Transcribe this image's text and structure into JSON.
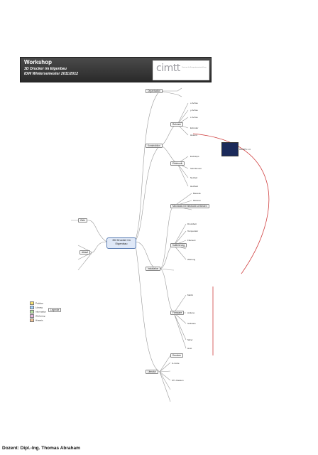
{
  "header": {
    "title": "Workshop",
    "subtitle": "3D Drucker im Eigenbau",
    "semester": "IDW Wintersemester 2011/2012",
    "logo": {
      "wordmark": "cimtt",
      "tagline": "Zentrum für Kompetenzentwicklung"
    }
  },
  "root": {
    "label_line1": "3D Drucker im",
    "label_line2": "Eigenbau"
  },
  "branches": {
    "organisation": "Organisation",
    "konstruktion": "Konstruktion",
    "installation": "Installation",
    "literatur": "Literatur",
    "kalibrierung": "Kalibrierung",
    "ziele": "Ziele",
    "ablauf": "Ablauf",
    "rahmen": "Rahmen",
    "elektronik": "Elektronik",
    "firmware": "Firmware",
    "drucken": "Drucken"
  },
  "labels": {
    "mechanik": "Mechanik mit Elektronik verbinden",
    "rahmen_x": "x-Achse",
    "rahmen_y": "y-Achse",
    "rahmen_z": "z-Achse",
    "extruder": "Extruder",
    "hotend": "Hotend",
    "motoren": "Motoren",
    "bauteile": "Bauteile",
    "endstops": "Endstops",
    "schrittmotor": "Schrittmotor",
    "ramps": "RAMPS 1.4",
    "netzteil": "Netzteil",
    "heizbett": "Heizbett",
    "software": "Software",
    "slicer": "Slicer",
    "host": "Host",
    "marlin": "Marlin",
    "arduino": "Arduino",
    "gcode": "G-Code",
    "stl": "STL Dateien",
    "druckbett": "Druckbett",
    "temperatur": "Temperatur",
    "filament": "Filament",
    "wartung": "Wartung"
  },
  "legend": {
    "title": "Legende",
    "items": [
      "Problem",
      "Lösung",
      "Information",
      "Werkzeug",
      "Hinweis"
    ],
    "colors": [
      "#f5e06b",
      "#9ed0ff",
      "#b5e0a0",
      "#e8b5e0",
      "#f0c090"
    ]
  },
  "footer": "Dozent: Dipl.-Ing. Thomas Abraham"
}
